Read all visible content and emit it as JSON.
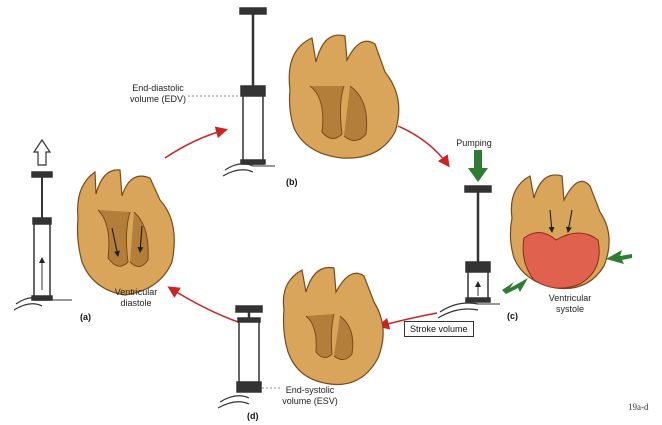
{
  "panels": {
    "a": {
      "letter": "(a)",
      "label_line1": "Ventricular",
      "label_line2": "diastole"
    },
    "b": {
      "letter": "(b)",
      "label_line1": "End-diastolic",
      "label_line2": "volume (EDV)"
    },
    "c": {
      "letter": "(c)",
      "label_line1": "Ventricular",
      "label_line2": "systole",
      "pumping": "Pumping",
      "stroke_volume": "Stroke volume"
    },
    "d": {
      "letter": "(d)",
      "label_line1": "End-systolic",
      "label_line2": "volume (ESV)"
    }
  },
  "figure_id": "19a-d",
  "colors": {
    "heart_fill": "#d9a55a",
    "heart_dark": "#7a4a1c",
    "systole_red": "#e0624e",
    "cycle_arrow": "#cc2222",
    "pump_arrow": "#2e7d32",
    "syringe": "#333333"
  }
}
